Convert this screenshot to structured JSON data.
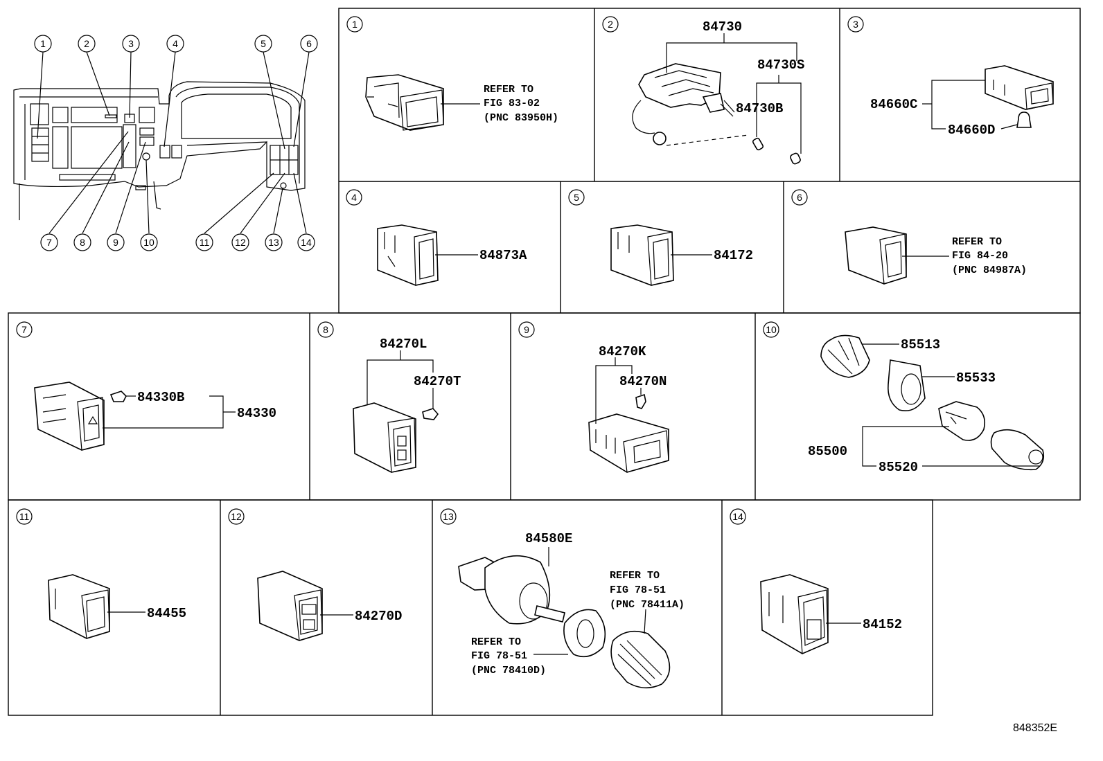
{
  "diagram_code": "848352E",
  "overview": {
    "callouts": [
      "1",
      "2",
      "3",
      "4",
      "5",
      "6",
      "7",
      "8",
      "9",
      "10",
      "11",
      "12",
      "13",
      "14"
    ]
  },
  "panels": [
    {
      "id": "1",
      "callout": "1",
      "labels": [],
      "refer": [
        "REFER TO",
        "FIG 83-02",
        "(PNC 83950H)"
      ]
    },
    {
      "id": "2",
      "callout": "2",
      "labels": [
        "84730",
        "84730S",
        "84730B"
      ],
      "refer": []
    },
    {
      "id": "3",
      "callout": "3",
      "labels": [
        "84660C",
        "84660D"
      ],
      "refer": []
    },
    {
      "id": "4",
      "callout": "4",
      "labels": [
        "84873A"
      ],
      "refer": []
    },
    {
      "id": "5",
      "callout": "5",
      "labels": [
        "84172"
      ],
      "refer": []
    },
    {
      "id": "6",
      "callout": "6",
      "labels": [],
      "refer": [
        "REFER TO",
        "FIG 84-20",
        "(PNC 84987A)"
      ]
    },
    {
      "id": "7",
      "callout": "7",
      "labels": [
        "84330B",
        "84330"
      ],
      "refer": []
    },
    {
      "id": "8",
      "callout": "8",
      "labels": [
        "84270L",
        "84270T"
      ],
      "refer": []
    },
    {
      "id": "9",
      "callout": "9",
      "labels": [
        "84270K",
        "84270N"
      ],
      "refer": []
    },
    {
      "id": "10",
      "callout": "10",
      "labels": [
        "85513",
        "85533",
        "85500",
        "85520"
      ],
      "refer": []
    },
    {
      "id": "11",
      "callout": "11",
      "labels": [
        "84455"
      ],
      "refer": []
    },
    {
      "id": "12",
      "callout": "12",
      "labels": [
        "84270D"
      ],
      "refer": []
    },
    {
      "id": "13",
      "callout": "13",
      "labels": [
        "84580E"
      ],
      "refer": [
        "REFER TO",
        "FIG 78-51",
        "(PNC 78411A)",
        "REFER TO",
        "FIG 78-51",
        "(PNC 78410D)"
      ]
    },
    {
      "id": "14",
      "callout": "14",
      "labels": [
        "84152"
      ],
      "refer": []
    }
  ]
}
